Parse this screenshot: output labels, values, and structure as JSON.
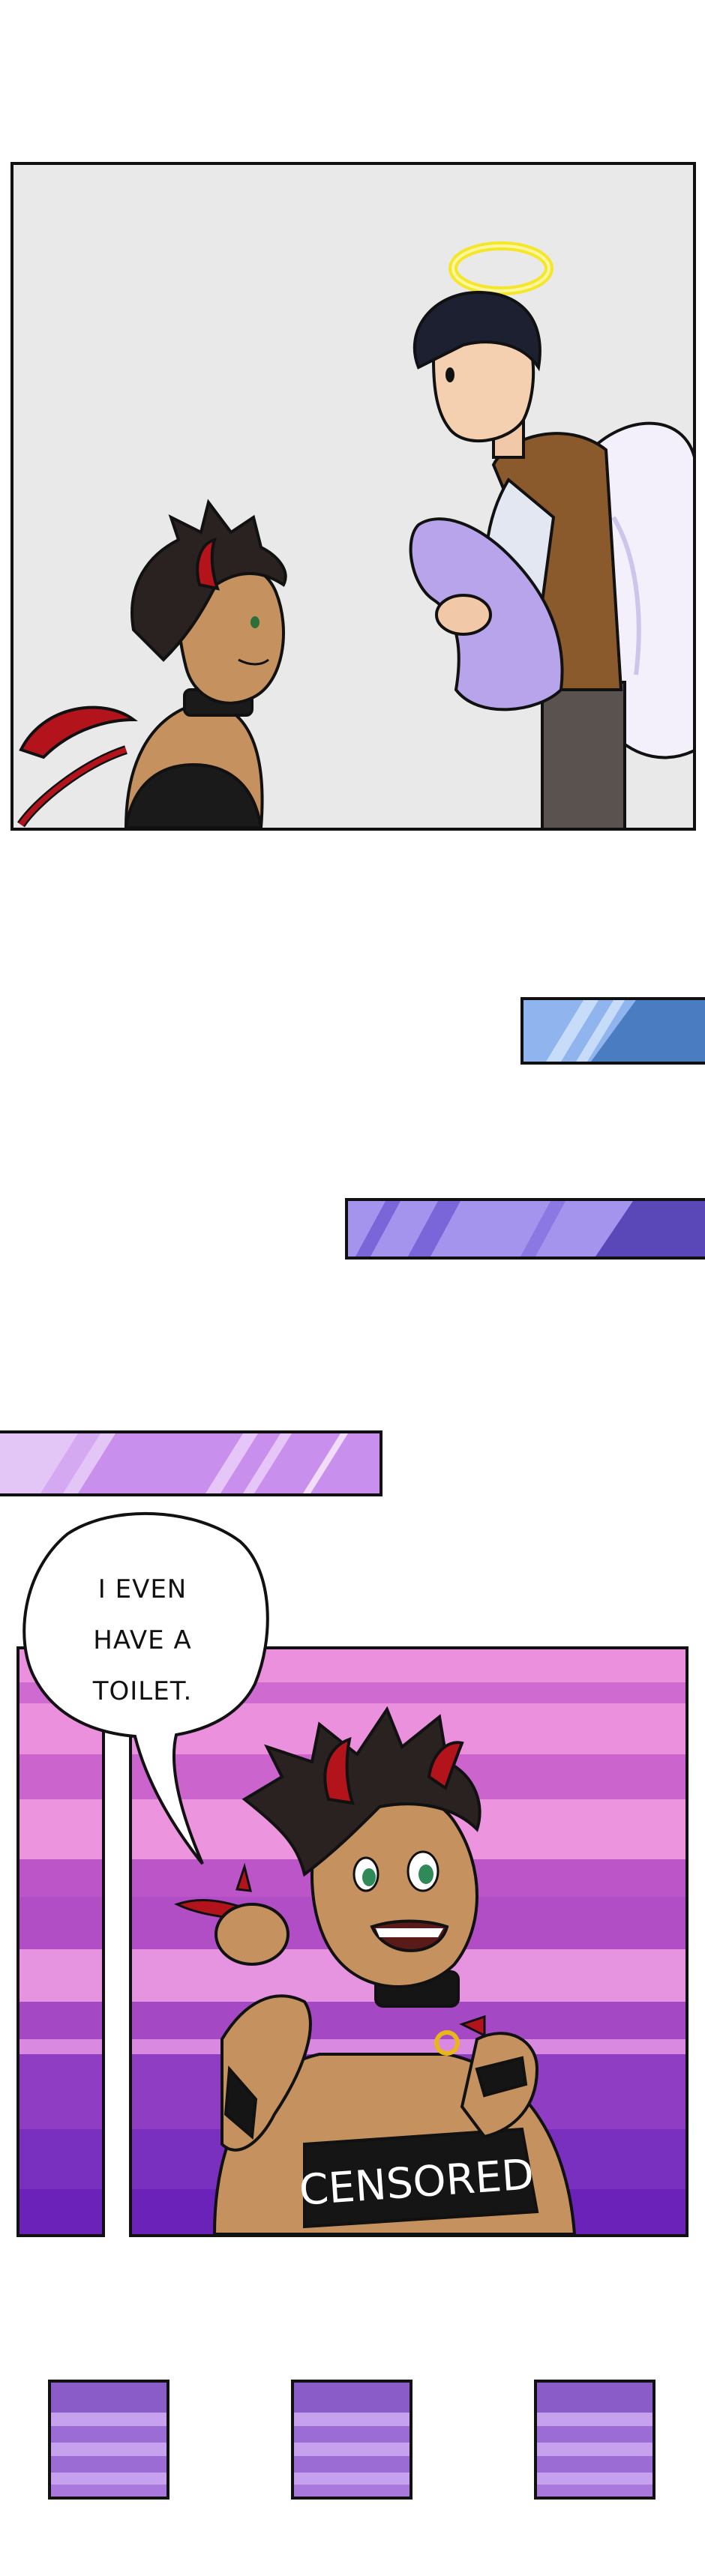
{
  "speech_bubble": {
    "lines": [
      "I EVEN",
      "HAVE A",
      "TOILET."
    ]
  },
  "top_text": {
    "censored": "CENSORED"
  },
  "colors": {
    "panel1_background": "#e9e9e9",
    "border": "#111111",
    "strip_blue": "#8fb4ee",
    "strip_violet": "#9c8ef0",
    "strip_lilac": "#cf9cf0",
    "panel2_pink": "#ea90dc",
    "panel2_purple": "#6a22b8",
    "halo": "#f5e62a",
    "devil_red": "#b3141c"
  }
}
